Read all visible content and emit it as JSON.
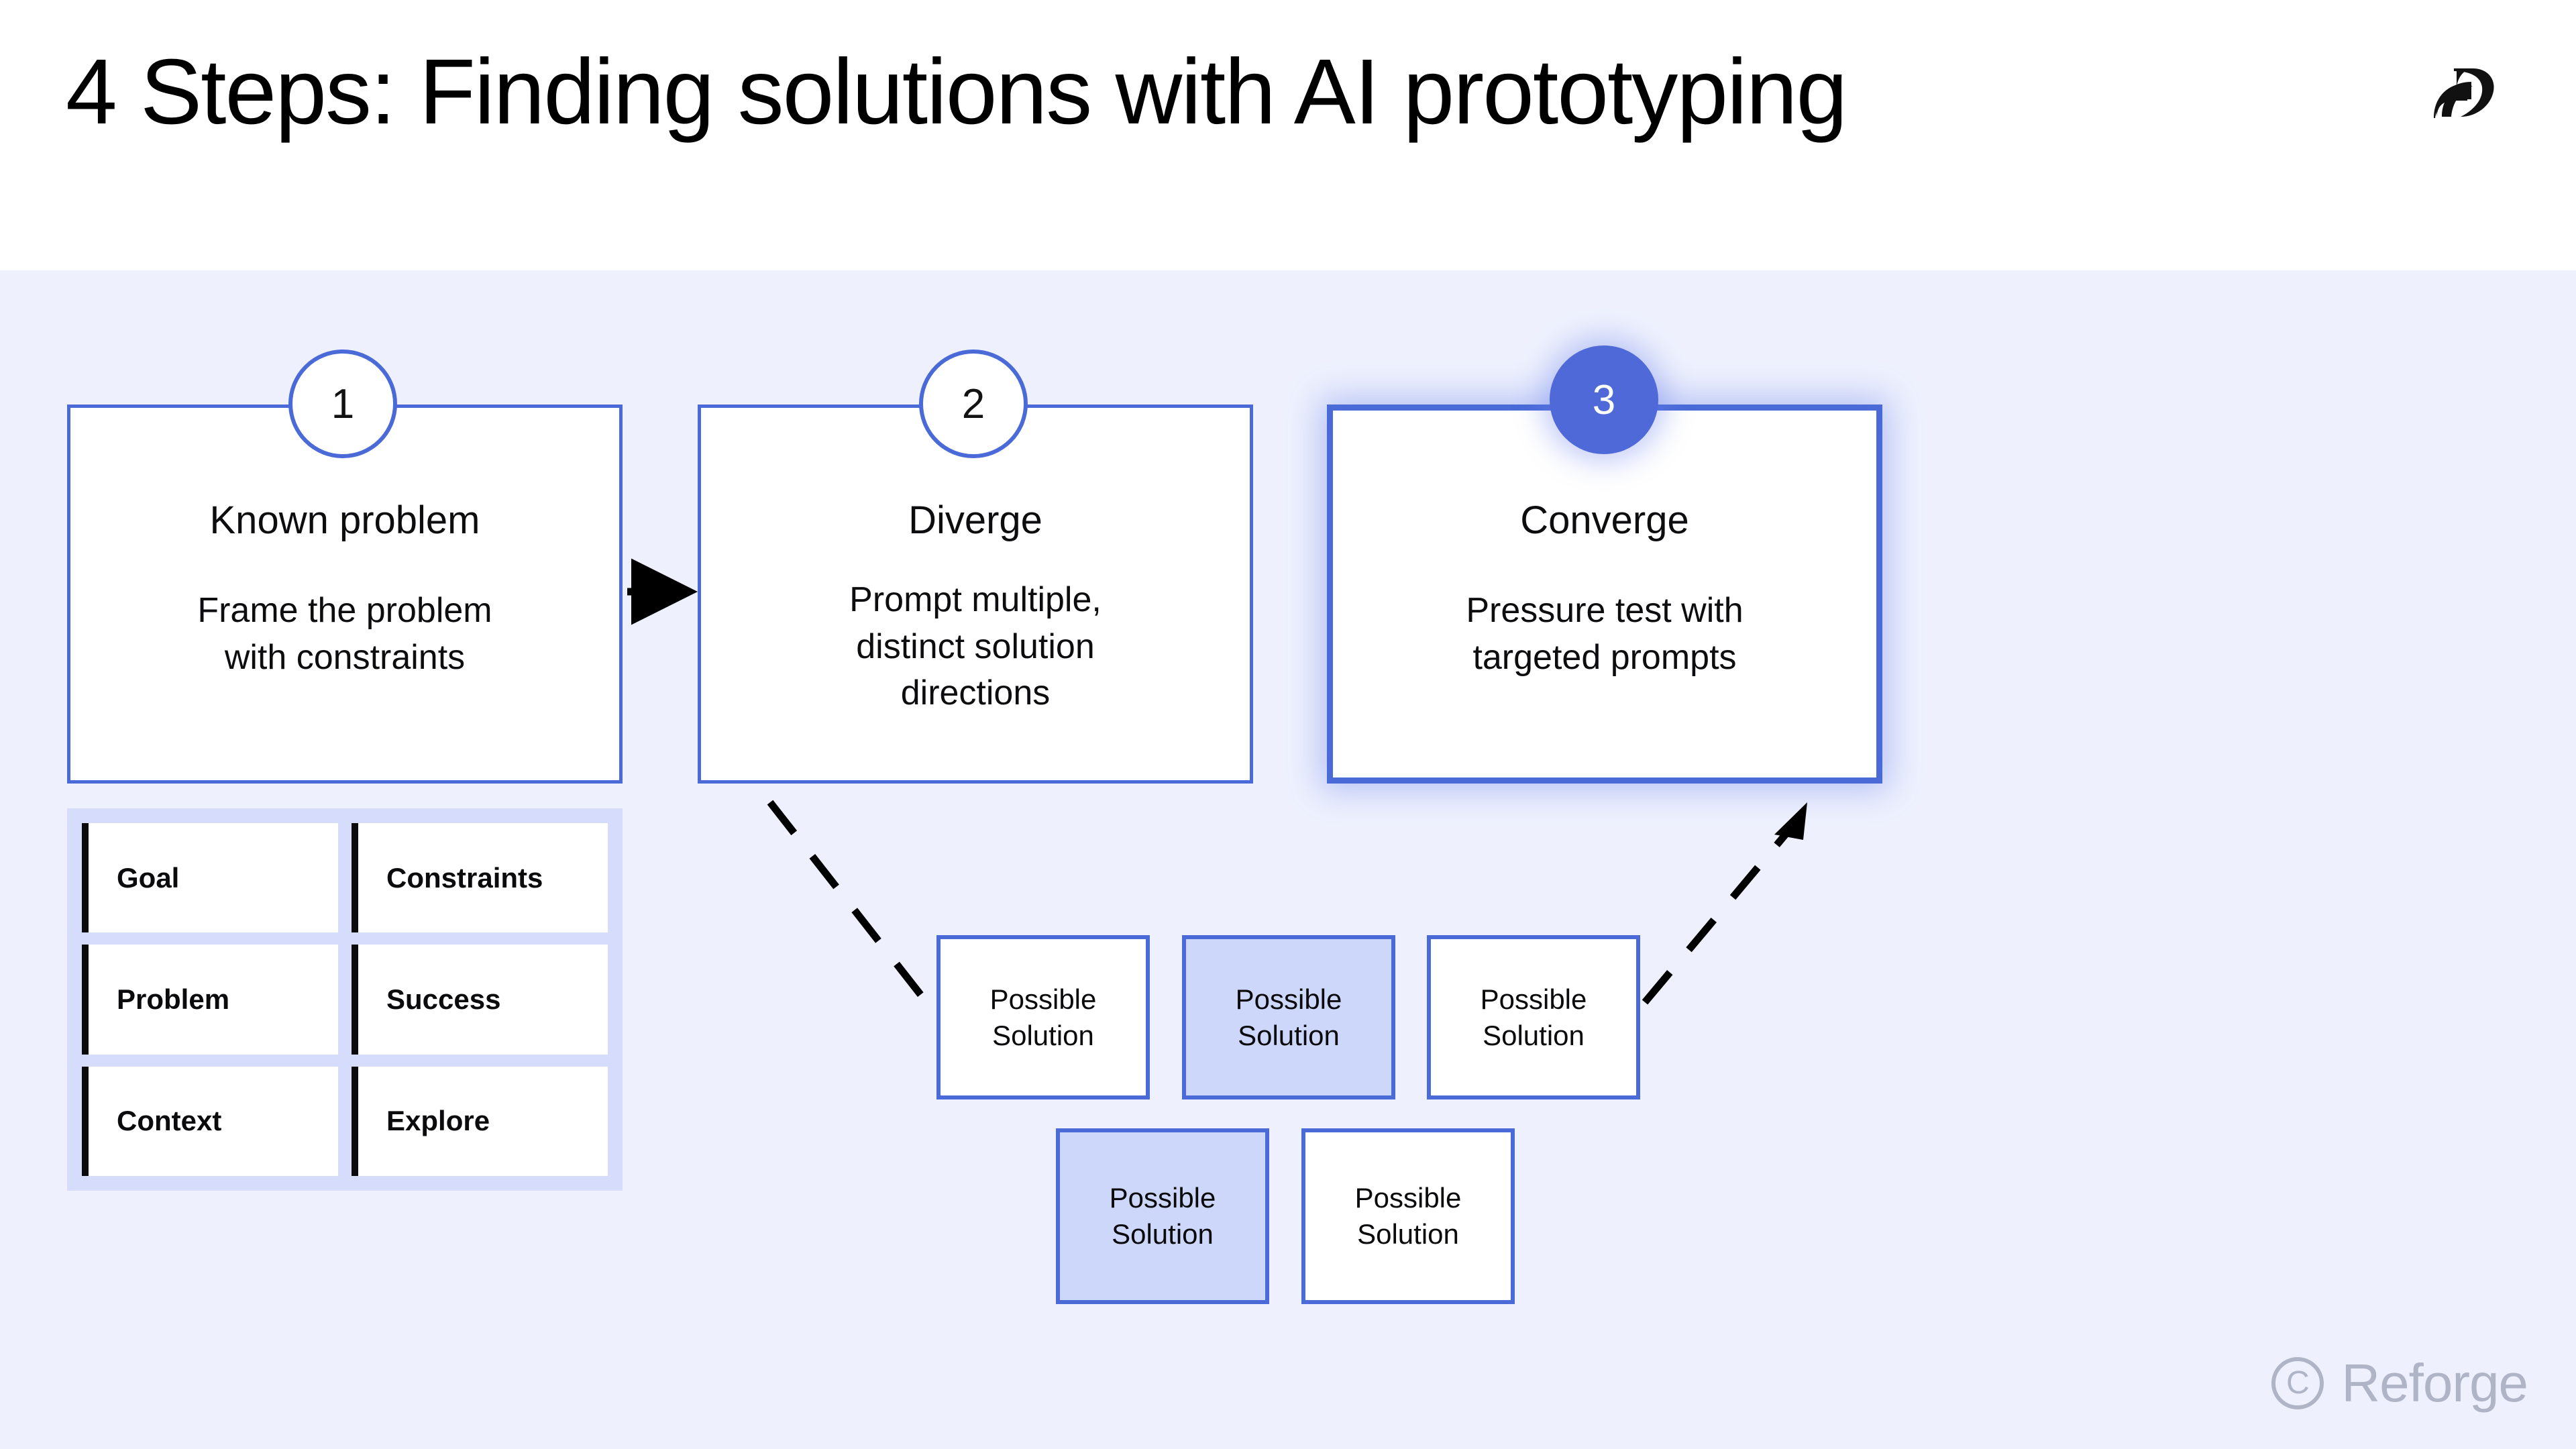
{
  "header": {
    "title": "4 Steps: Finding solutions with AI prototyping",
    "logo_icon": "reforge-logo-icon"
  },
  "colors": {
    "page_background": "#FFFFFF",
    "canvas_background": "#EEF1FD",
    "accent_blue": "#4A6AD8",
    "badge_blue": "#4F69D8",
    "shaded_box": "#CDD7FA",
    "attr_panel": "#D6DCFB",
    "footer_gray": "#AFB4C6",
    "text": "#0B0B0D"
  },
  "steps": [
    {
      "number": "1",
      "title": "Known problem",
      "description": "Frame the problem\nwith constraints",
      "active": false
    },
    {
      "number": "2",
      "title": "Diverge",
      "description": "Prompt multiple,\ndistinct solution\ndirections",
      "active": false
    },
    {
      "number": "3",
      "title": "Converge",
      "description": "Pressure test with\ntargeted prompts",
      "active": true
    }
  ],
  "attributes": [
    {
      "label": "Goal"
    },
    {
      "label": "Constraints"
    },
    {
      "label": "Problem"
    },
    {
      "label": "Success"
    },
    {
      "label": "Context"
    },
    {
      "label": "Explore"
    }
  ],
  "solutions": [
    {
      "label": "Possible\nSolution",
      "shaded": false
    },
    {
      "label": "Possible\nSolution",
      "shaded": true
    },
    {
      "label": "Possible\nSolution",
      "shaded": false
    },
    {
      "label": "Possible\nSolution",
      "shaded": true
    },
    {
      "label": "Possible\nSolution",
      "shaded": false
    }
  ],
  "connectors": [
    {
      "name": "arrow-step1-to-step2",
      "style": "solid",
      "direction": "right"
    },
    {
      "name": "arrow-step2-to-solutions",
      "style": "dashed",
      "direction": "down-right"
    },
    {
      "name": "arrow-solutions-to-step3",
      "style": "dashed",
      "direction": "up-right"
    }
  ],
  "footer": {
    "copyright_symbol": "C",
    "brand": "Reforge"
  }
}
